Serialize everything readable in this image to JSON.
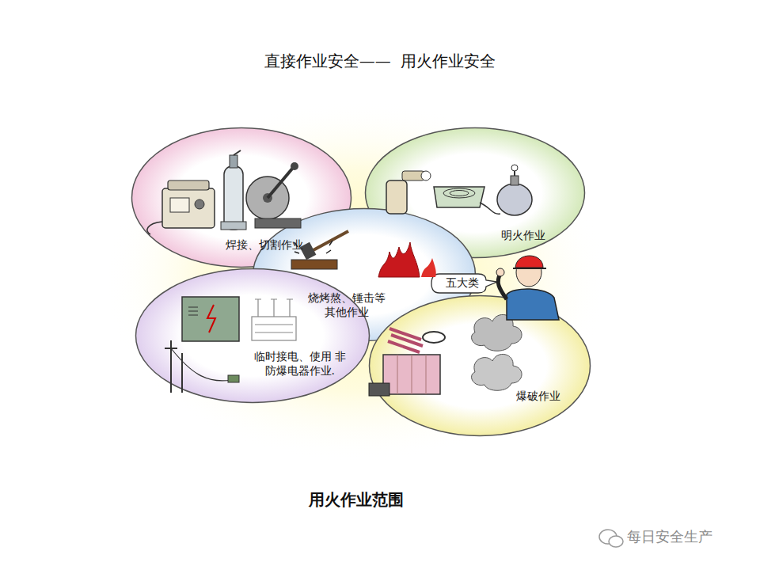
{
  "diagram": {
    "title": "直接作业安全——  用火作业安全",
    "caption": "用火作业范围",
    "nodes": [
      {
        "text": [
          "焊接、切割作业"
        ]
      },
      {
        "text": [
          "明火作业"
        ]
      },
      {
        "text": [
          "烧烤熬、锤击等 其他作业"
        ]
      },
      {
        "text": [
          "五大类"
        ]
      },
      {
        "text": [
          "临时接电、使用 非防爆电器作业."
        ]
      },
      {
        "text": [
          "爆破作业"
        ]
      }
    ],
    "labels": [
      "每日安全生产"
    ]
  }
}
